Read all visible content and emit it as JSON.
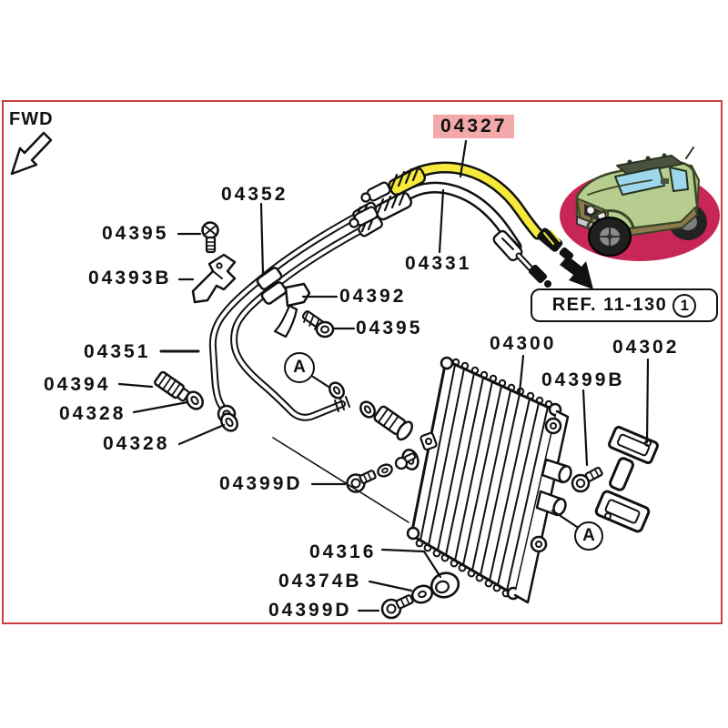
{
  "canvas": {
    "background": "#ffffff",
    "frame_border_color": "#c94040"
  },
  "orientation": {
    "fwd_label": "FWD"
  },
  "ref_box": {
    "text": "REF. 11-130",
    "circle_number": "1"
  },
  "highlight": {
    "label_background": "#f3a9a9",
    "hose_color": "#f5e93c",
    "highlighted_part": "04327"
  },
  "view_markers": [
    {
      "letter": "A"
    },
    {
      "letter": "A"
    }
  ],
  "vehicle_thumbnail": {
    "base_oval_color": "#c72657",
    "body_color": "#b6cd8f",
    "cladding_color": "#8c7a4e",
    "window_color": "#9ed6ec"
  },
  "parts": [
    {
      "text": "04327",
      "highlighted": true
    },
    {
      "text": "04331",
      "highlighted": false
    },
    {
      "text": "04352",
      "highlighted": false
    },
    {
      "text": "04395",
      "highlighted": false
    },
    {
      "text": "04393B",
      "highlighted": false
    },
    {
      "text": "04392",
      "highlighted": false
    },
    {
      "text": "04395",
      "highlighted": false
    },
    {
      "text": "04351",
      "highlighted": false
    },
    {
      "text": "04394",
      "highlighted": false
    },
    {
      "text": "04328",
      "highlighted": false
    },
    {
      "text": "04328",
      "highlighted": false
    },
    {
      "text": "04399D",
      "highlighted": false
    },
    {
      "text": "04316",
      "highlighted": false
    },
    {
      "text": "04374B",
      "highlighted": false
    },
    {
      "text": "04399D",
      "highlighted": false
    },
    {
      "text": "04300",
      "highlighted": false
    },
    {
      "text": "04399B",
      "highlighted": false
    },
    {
      "text": "04302",
      "highlighted": false
    }
  ]
}
